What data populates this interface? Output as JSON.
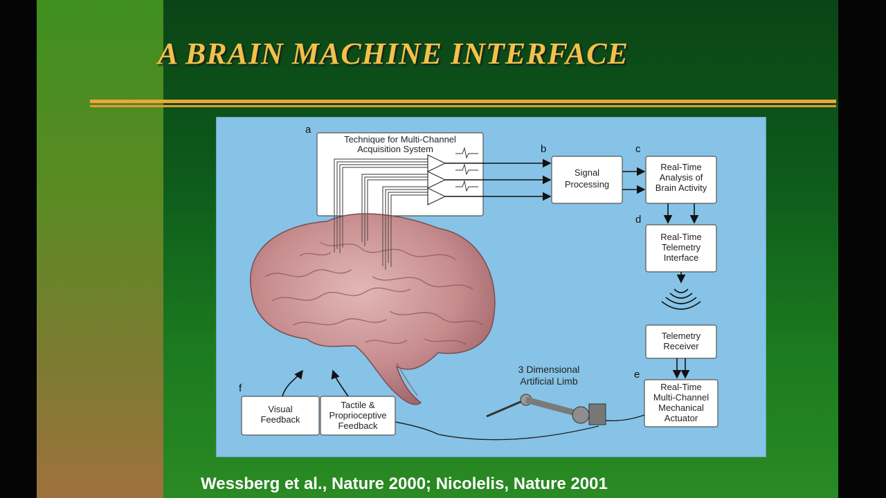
{
  "slide": {
    "title": "A BRAIN MACHINE INTERFACE",
    "citation": "Wessberg et al., Nature 2000; Nicolelis, Nature 2001"
  },
  "diagram": {
    "letters": {
      "a": "a",
      "b": "b",
      "c": "c",
      "d": "d",
      "e": "e",
      "f": "f"
    },
    "acquisition": {
      "line1": "Technique for Multi-Channel",
      "line2": "Acquisition System"
    },
    "signal_processing": {
      "line1": "Signal",
      "line2": "Processing"
    },
    "analysis": {
      "line1": "Real-Time",
      "line2": "Analysis of",
      "line3": "Brain Activity"
    },
    "telemetry_interface": {
      "line1": "Real-Time",
      "line2": "Telemetry",
      "line3": "Interface"
    },
    "telemetry_receiver": {
      "line1": "Telemetry",
      "line2": "Receiver"
    },
    "actuator": {
      "line1": "Real-Time",
      "line2": "Multi-Channel",
      "line3": "Mechanical",
      "line4": "Actuator"
    },
    "visual_feedback": {
      "line1": "Visual",
      "line2": "Feedback"
    },
    "tactile_feedback": {
      "line1": "Tactile &",
      "line2": "Proprioceptive",
      "line3": "Feedback"
    },
    "limb_label": {
      "line1": "3 Dimensional",
      "line2": "Artificial Limb"
    }
  }
}
